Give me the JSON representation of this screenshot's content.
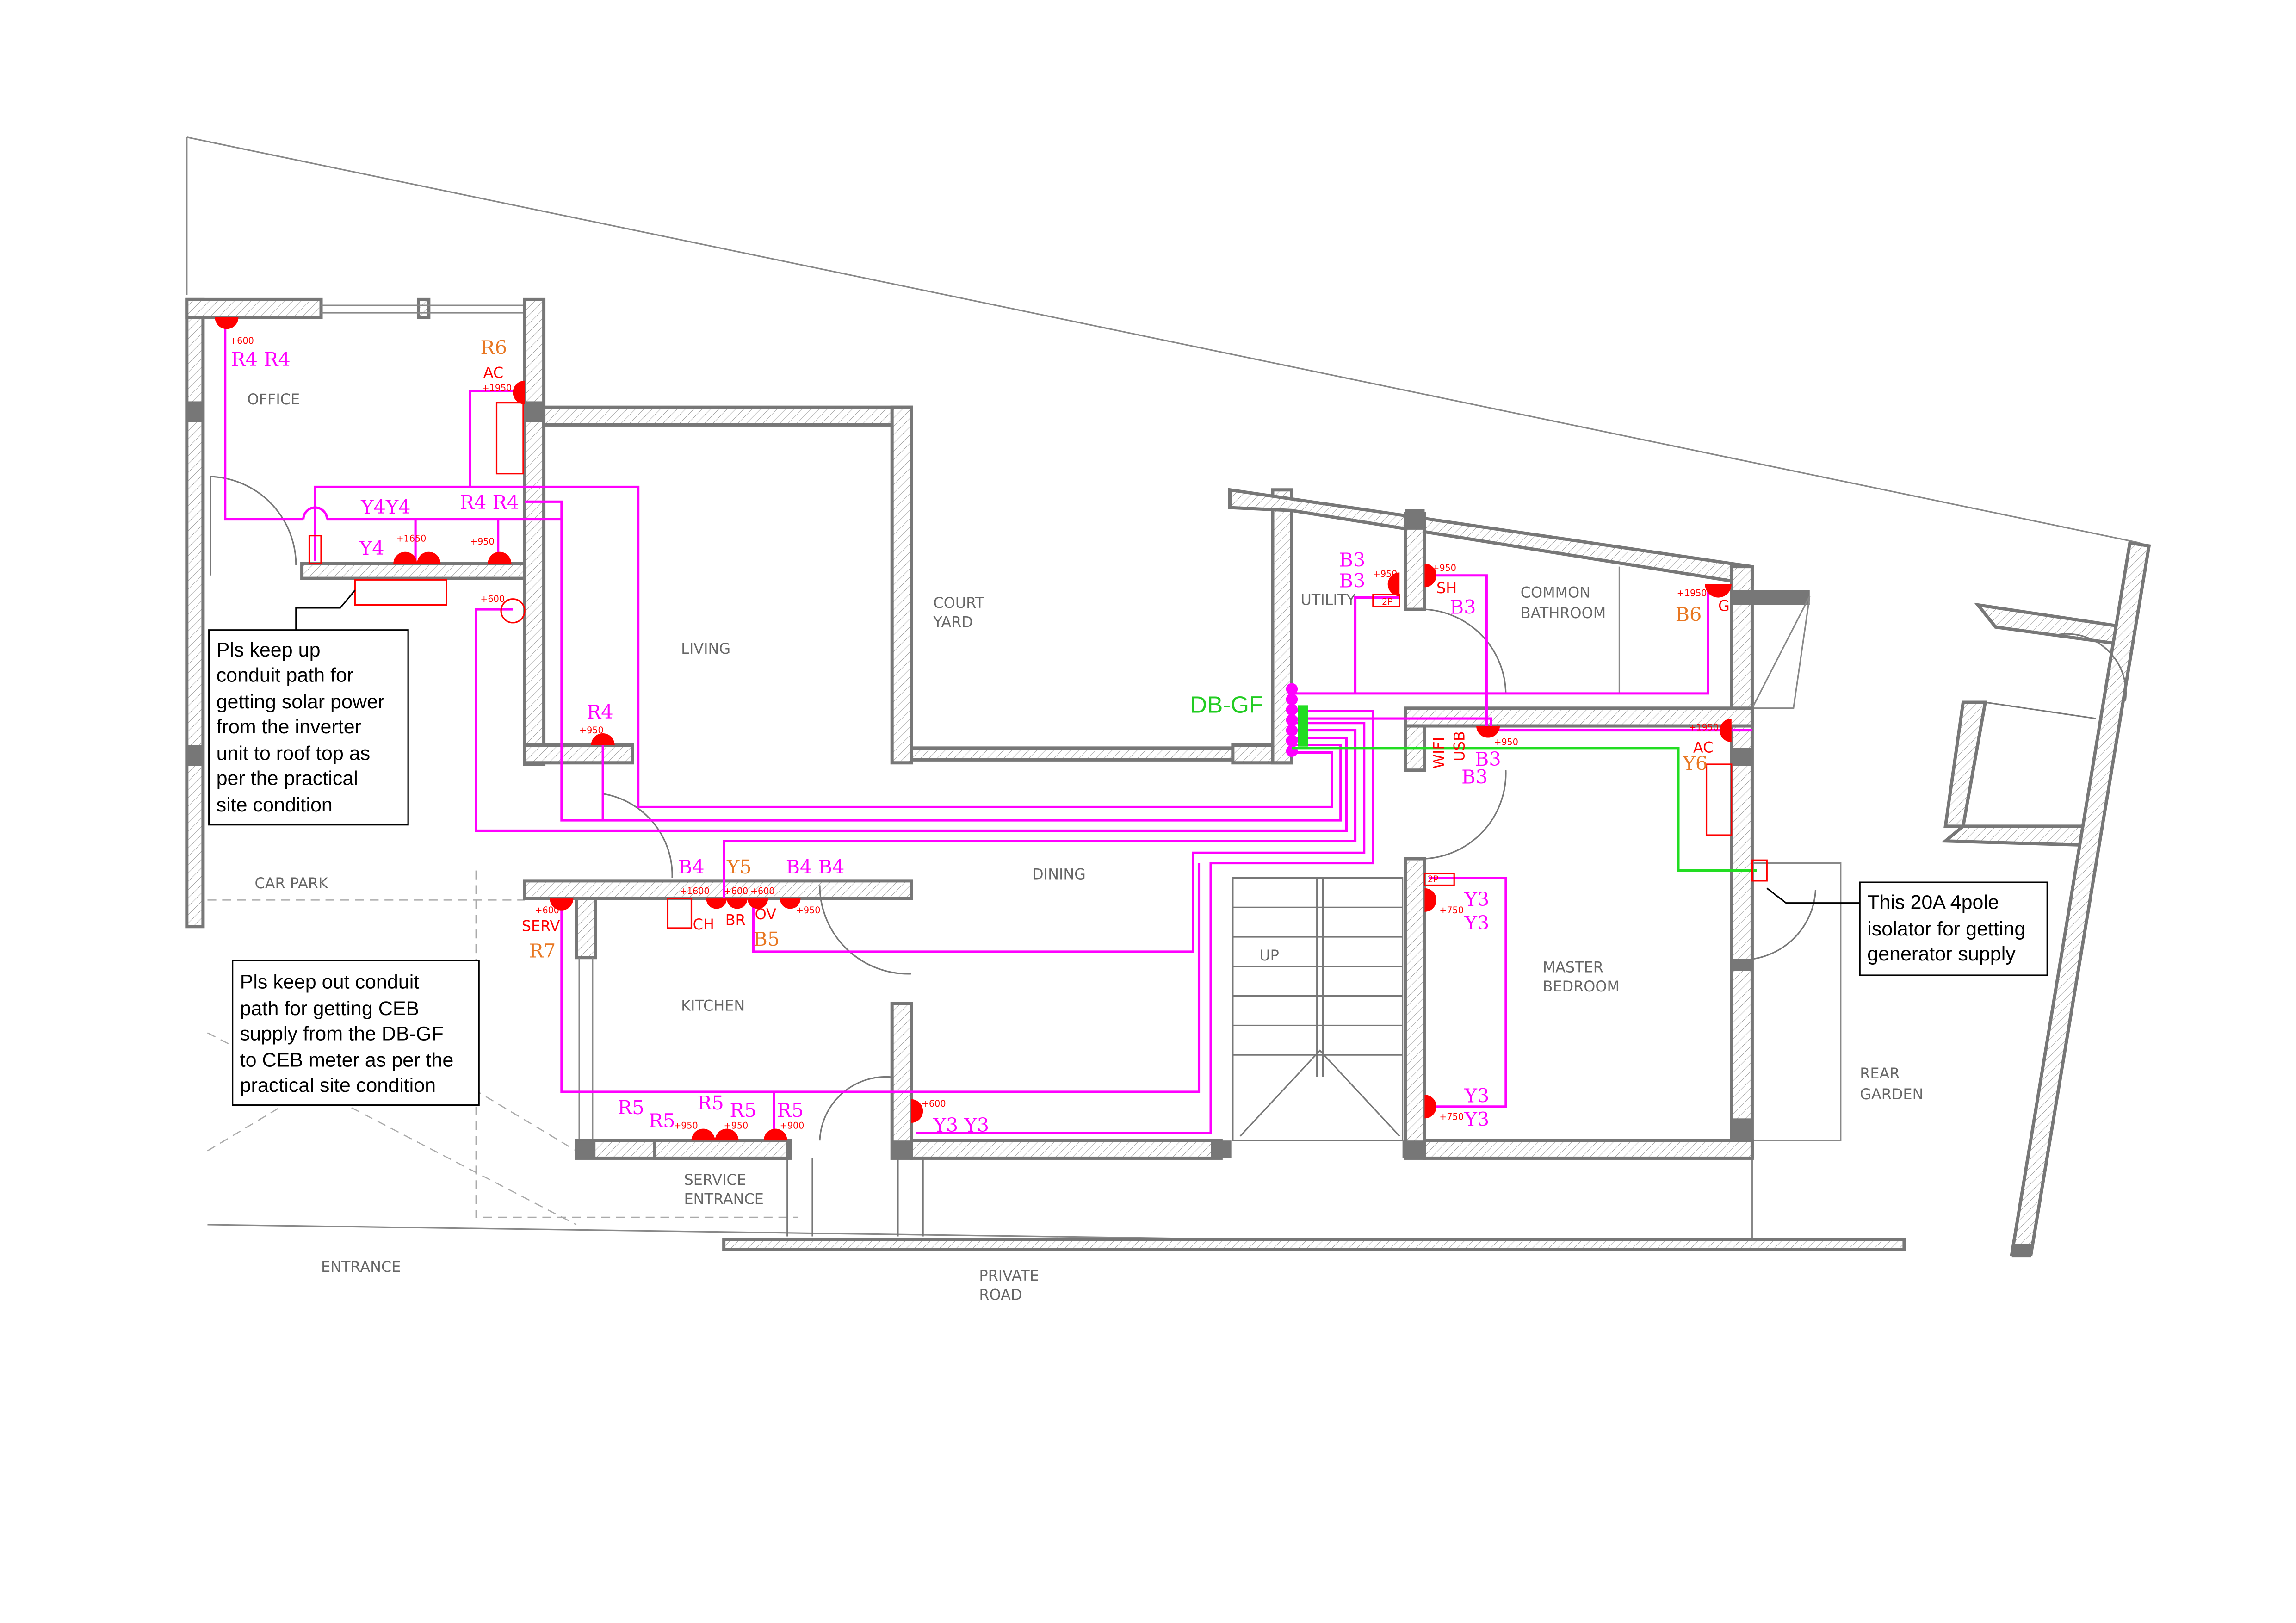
{
  "rooms": {
    "office": "OFFICE",
    "living": "LIVING",
    "court_yard": [
      "COURT",
      "YARD"
    ],
    "utility": "UTILITY",
    "common_bathroom": [
      "COMMON",
      "BATHROOM"
    ],
    "car_park": "CAR PARK",
    "dining": "DINING",
    "kitchen": "KITCHEN",
    "stairs": "UP",
    "master_bedroom": [
      "MASTER",
      "BEDROOM"
    ],
    "rear_garden": [
      "REAR",
      "GARDEN"
    ],
    "service_entrance": [
      "SERVICE",
      "ENTRANCE"
    ],
    "entrance": "ENTRANCE",
    "private_road": [
      "PRIVATE",
      "ROAD"
    ]
  },
  "distribution_board": "DB-GF",
  "notes": {
    "solar": [
      "Pls keep up",
      "conduit path for",
      "getting solar power",
      "from the inverter",
      "unit to roof top as",
      "per the practical",
      "site condition"
    ],
    "ceb": [
      "Pls keep out conduit",
      "path for getting CEB",
      "supply from the DB-GF",
      "to CEB meter as per the",
      "practical site condition"
    ],
    "isolator": [
      "This 20A 4pole",
      "isolator for getting",
      "generator supply"
    ]
  },
  "circuits": {
    "office": [
      "R4 R4",
      "R6",
      "Y4Y4",
      "R4 R4",
      "Y4"
    ],
    "living": [
      "R4"
    ],
    "utility": [
      "B3",
      "B3",
      "B3",
      "B6"
    ],
    "bedroom": [
      "B3",
      "B3",
      "Y6",
      "Y3",
      "Y3",
      "Y3",
      "Y3"
    ],
    "kitchen": [
      "B4",
      "Y5",
      "B4 B4",
      "B5",
      "R7",
      "R5",
      "R5",
      "R5",
      "R5",
      "R5"
    ],
    "dining": [
      "Y3 Y3"
    ]
  },
  "device_labels": {
    "ac": "AC",
    "sh": "SH",
    "g": "G",
    "wifi": "WIFI",
    "usb": "USB",
    "serv": "SERV",
    "ch": "CH",
    "br": "BR",
    "ov": "OV",
    "two_pole": "2P"
  },
  "heights": {
    "h600": "+600",
    "h950": "+950",
    "h1650": "+1650",
    "h1950": "+1950",
    "h1600": "+1600",
    "h750": "+750",
    "h900": "+900"
  },
  "colors": {
    "circuit": "#ff00ff",
    "circuit_alt": "#e87722",
    "device": "#ff0000",
    "db": "#22cc22",
    "wall": "#777777"
  }
}
